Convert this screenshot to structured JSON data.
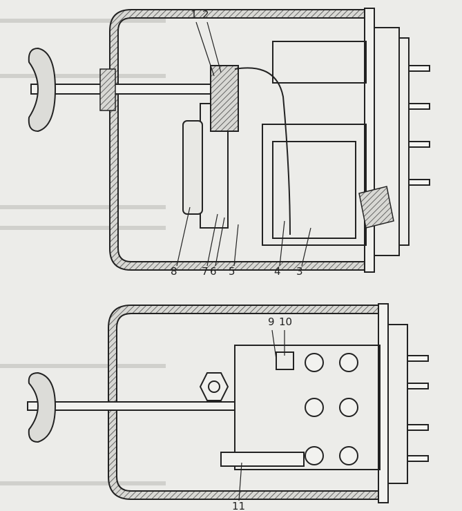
{
  "figure": {
    "top_view_labels": [
      "1",
      "2",
      "8",
      "7",
      "6",
      "5",
      "4",
      "3"
    ],
    "bottom_view_labels": [
      "9",
      "10",
      "11"
    ]
  }
}
